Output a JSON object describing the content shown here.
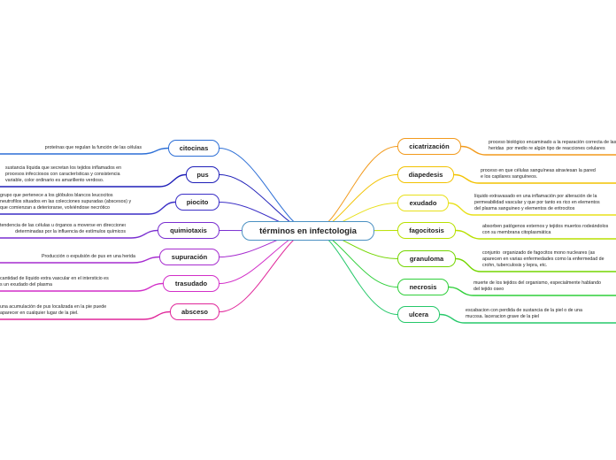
{
  "central": {
    "label": "términos en infectologia",
    "color": "#4a90c2"
  },
  "left": [
    {
      "label": "citocinas",
      "color": "#2d6fd6",
      "note": "proteínas que regulan la función de las células"
    },
    {
      "label": "pus",
      "color": "#1f1fb8",
      "note": "sustancia líquida que secretan los tejidos inflamados en\nprocesos infecciosos con características y consistencia\nvariable, color ordinario es amarillento verdoso."
    },
    {
      "label": "piocito",
      "color": "#3b2fc6",
      "note": "grupo que pertenece a los glóbulos blancos leucocitos\nneutrofilos situados en las colecciones supuradas (abscesos) y\nque comienzan a deteriorarse, volviéndose necrótico"
    },
    {
      "label": "quimiotaxis",
      "color": "#7a2fd0",
      "note": "tendencia de las células u órganos a moverse en direcciones\ndeterminadas por la influencia de estímulos químicos"
    },
    {
      "label": "supuración",
      "color": "#a62ccf",
      "note": "Producción o expulsión de pus en una herida"
    },
    {
      "label": "trasudado",
      "color": "#d22fc8",
      "note": "cantidad de líquido extra vascular en el intersticio es\ns un exudado del plasma"
    },
    {
      "label": "absceso",
      "color": "#e0279a",
      "note": "una acumulación de pus localizada en la pie puede\naparecer en cualquier lugar de la piel."
    }
  ],
  "right": [
    {
      "label": "cicatrización",
      "color": "#f29a1c",
      "note": "proceso biológico encaminado a la reparación correcta de las\nheridas  por medio re algún tipo de reacciones celulares"
    },
    {
      "label": "diapedesis",
      "color": "#f2c200",
      "note": "proceso en que células sanguíneas atraviesan la pared\ne los capilares sanguíneos."
    },
    {
      "label": "exudado",
      "color": "#e8e01a",
      "note": "líquido extravasado en una inflamación por alteración de la\npermeabilidad vascular y que por tanto es rico en elementos\ndel plasma sanguineo y elementos de eritrocitos"
    },
    {
      "label": "fagocitosis",
      "color": "#b8e000",
      "note": "absorben patógenos externos y tejidos muertos rodeándolos\ncon su membrana citoplasmática"
    },
    {
      "label": "granuloma",
      "color": "#74d600",
      "note": "conjunto  organizado de fagocitos mono nucleares (as\naparecen en varias enfermedades como la enfermedad de\ncrohn, tuberculosis y lepra, etc."
    },
    {
      "label": "necrosis",
      "color": "#2fcf3a",
      "note": "muerte de los tejidos del organismo, especialmente hablando\ndel tejido oseo"
    },
    {
      "label": "ulcera",
      "color": "#26c86a",
      "note": "escabacion con perdida de sustancia de la piel o de una\nmucosa. laceracion grave de la piel"
    }
  ]
}
